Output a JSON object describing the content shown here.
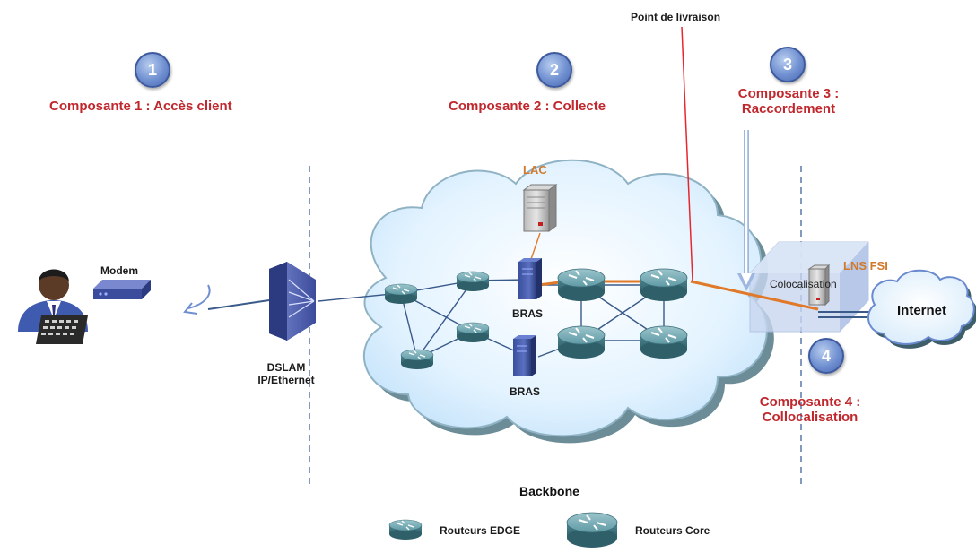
{
  "point_livraison": "Point de livraison",
  "components": [
    {
      "number": "1",
      "label": "Composante 1 : Accès client"
    },
    {
      "number": "2",
      "label": "Composante 2 : Collecte"
    },
    {
      "number": "3",
      "label_line1": "Composante 3 :",
      "label_line2": "Raccordement"
    },
    {
      "number": "4",
      "label_line1": "Composante 4 :",
      "label_line2": "Collocalisation"
    }
  ],
  "devices": {
    "modem": "Modem",
    "dslam_line1": "DSLAM",
    "dslam_line2": "IP/Ethernet",
    "lac": "LAC",
    "bras_top": "BRAS",
    "bras_bottom": "BRAS",
    "lns_fsi": "LNS FSI",
    "colocalisation": "Colocalisation",
    "internet": "Internet"
  },
  "backbone": "Backbone",
  "legend": {
    "edge": "Routeurs EDGE",
    "core": "Routeurs Core"
  },
  "colors": {
    "component_text": "#c0282d",
    "badge": "#6f8fd0",
    "delivery_line": "#e8262d",
    "orange_link": "#e07a2a",
    "cloud": "#dcefff",
    "cloud_border": "#6c8c97"
  }
}
